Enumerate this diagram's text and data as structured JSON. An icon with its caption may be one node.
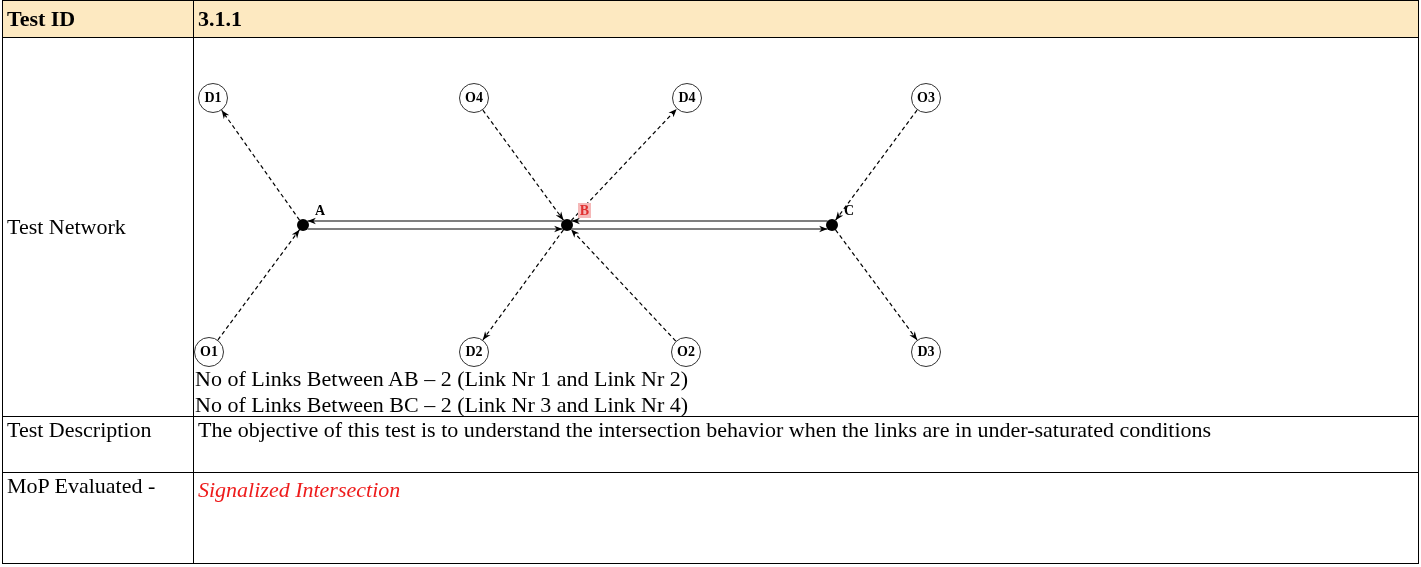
{
  "diagram": {
    "nodes": [
      {
        "text": [
          "D1"
        ]
      },
      {
        "text": [
          "O4"
        ]
      },
      {
        "text": [
          "D4"
        ]
      },
      {
        "text": [
          "O3"
        ]
      },
      {
        "text": [
          "A"
        ]
      },
      {
        "text": [
          "B"
        ]
      },
      {
        "text": [
          "C"
        ]
      },
      {
        "text": [
          "O1"
        ]
      },
      {
        "text": [
          "D2"
        ]
      },
      {
        "text": [
          "O2"
        ]
      },
      {
        "text": [
          "D3"
        ]
      }
    ],
    "edges": [
      {
        "from": 4,
        "to": 0,
        "arrow": "to",
        "style": "dashed"
      },
      {
        "from": 1,
        "to": 5,
        "arrow": "to",
        "style": "dashed"
      },
      {
        "from": 5,
        "to": 2,
        "arrow": "to",
        "style": "dashed"
      },
      {
        "from": 3,
        "to": 6,
        "arrow": "to",
        "style": "dashed"
      },
      {
        "from": 5,
        "to": 4,
        "arrow": "to"
      },
      {
        "from": 4,
        "to": 5,
        "arrow": "to"
      },
      {
        "from": 6,
        "to": 5,
        "arrow": "to"
      },
      {
        "from": 5,
        "to": 6,
        "arrow": "to"
      },
      {
        "from": 7,
        "to": 4,
        "arrow": "to",
        "style": "dashed"
      },
      {
        "from": 5,
        "to": 8,
        "arrow": "to",
        "style": "dashed"
      },
      {
        "from": 9,
        "to": 5,
        "arrow": "to",
        "style": "dashed"
      },
      {
        "from": 6,
        "to": 10,
        "arrow": "to",
        "style": "dashed"
      }
    ],
    "labels": [
      "Test ID",
      "3.1.1",
      "Test Network",
      "No of Links Between AB – 2 (Link Nr 1 and Link Nr 2)",
      "No of Links Between BC – 2 (Link Nr 3 and Link Nr 4)",
      "Test Description",
      "The objective of this test is to understand the intersection behavior when the links are in under-saturated conditions",
      "MoP Evaluated -",
      "Signalized Intersection"
    ]
  }
}
